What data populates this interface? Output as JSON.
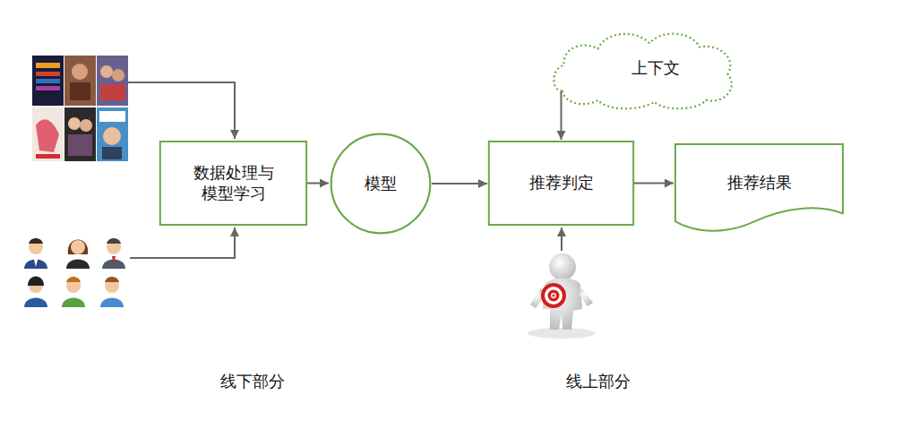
{
  "diagram": {
    "nodes": [
      {
        "text": [
          "数据处理与模型学习"
        ]
      },
      {
        "text": [
          "模型"
        ]
      },
      {
        "text": [
          "推荐判定"
        ]
      },
      {
        "text": [
          "推荐结果"
        ]
      },
      {
        "text": [
          "上下文"
        ]
      }
    ],
    "edges": [
      {
        "from": 0,
        "to": 1,
        "arrow": "to"
      },
      {
        "from": 1,
        "to": 2,
        "arrow": "to"
      },
      {
        "from": 4,
        "to": 2,
        "arrow": "to"
      },
      {
        "from": 2,
        "to": 3,
        "arrow": "to"
      }
    ],
    "labels": [
      "线下部分",
      "线上部分"
    ]
  }
}
